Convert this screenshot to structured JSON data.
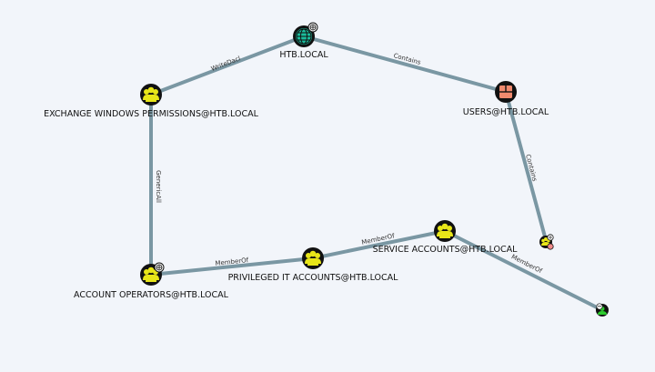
{
  "colors": {
    "group": "#e8e619",
    "domain": "#1abc9c",
    "ou": "#f08a6e",
    "user": "#2ecc2e",
    "edge": "#7a97a3",
    "node_ring": "#111111"
  },
  "nodes": {
    "htb_local": {
      "label": "HTB.LOCAL",
      "icon": "globe-icon"
    },
    "exchange": {
      "label": "EXCHANGE WINDOWS PERMISSIONS@HTB.LOCAL",
      "icon": "users-icon"
    },
    "users": {
      "label": "USERS@HTB.LOCAL",
      "icon": "container-icon"
    },
    "account_ops": {
      "label": "ACCOUNT OPERATORS@HTB.LOCAL",
      "icon": "users-icon"
    },
    "privileged": {
      "label": "PRIVILEGED IT ACCOUNTS@HTB.LOCAL",
      "icon": "users-icon"
    },
    "service": {
      "label": "SERVICE ACCOUNTS@HTB.LOCAL",
      "icon": "users-icon"
    },
    "small_group": {
      "label": "",
      "icon": "users-icon"
    },
    "user_node": {
      "label": "",
      "icon": "user-icon"
    }
  },
  "edges": {
    "htb_exchange": {
      "label": "WriteDacl"
    },
    "htb_users": {
      "label": "Contains"
    },
    "users_small": {
      "label": "Contains"
    },
    "exchange_accountops": {
      "label": "GenericAll"
    },
    "accountops_priv": {
      "label": "MemberOf"
    },
    "priv_service": {
      "label": "MemberOf"
    },
    "service_user": {
      "label": "MemberOf"
    }
  }
}
